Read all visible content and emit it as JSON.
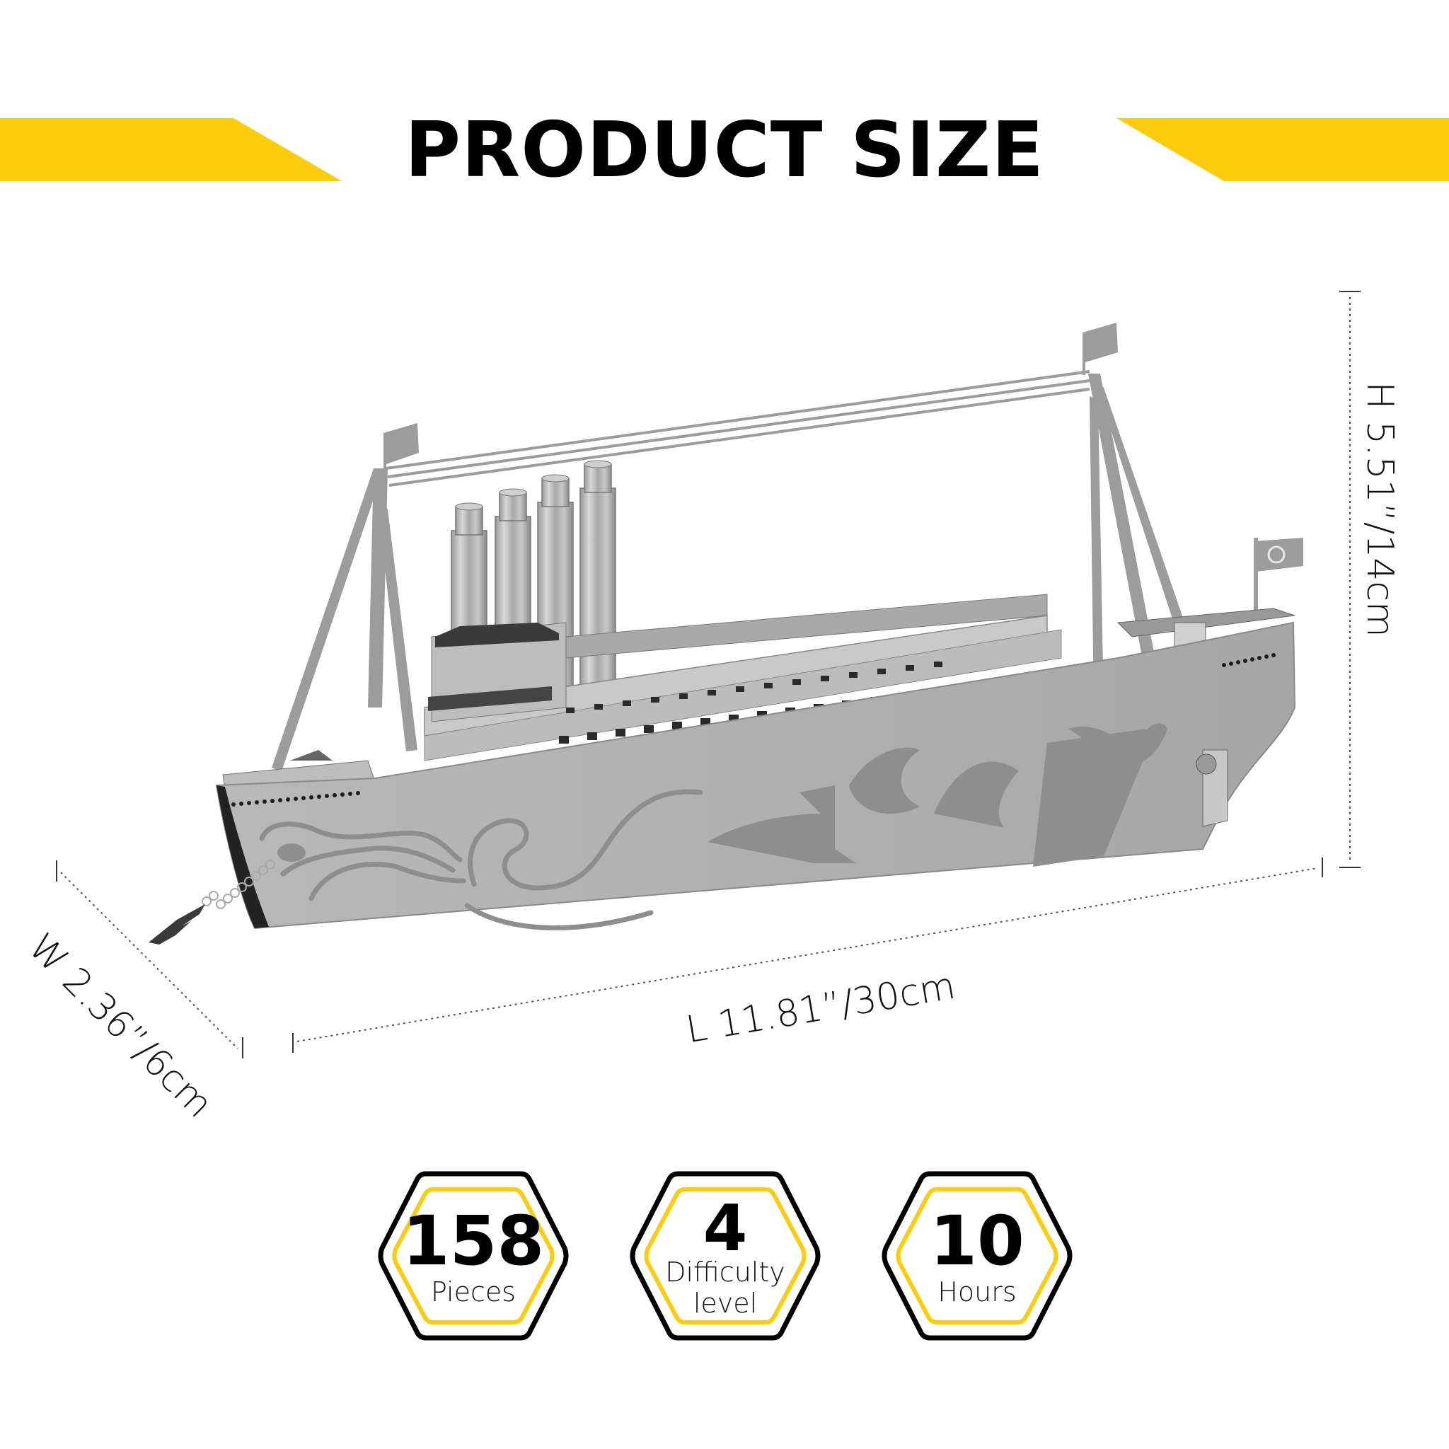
{
  "header": {
    "title": "PRODUCT SIZE",
    "accent_color": "#FDCC0A"
  },
  "product": {
    "name": "3D metal model ship (ocean liner with four funnels)",
    "image_semantic": "silver-metal-ship-model"
  },
  "dimensions": {
    "height": "H 5.51”/14cm",
    "length": "L 11.81”/30cm",
    "width": "W 2.36”/6cm"
  },
  "badges": [
    {
      "value": "158",
      "label_line1": "Pieces",
      "label_line2": ""
    },
    {
      "value": "4",
      "label_line1": "Difficulty",
      "label_line2": "level"
    },
    {
      "value": "10",
      "label_line1": "Hours",
      "label_line2": ""
    }
  ],
  "colors": {
    "yellow": "#FDCC0A",
    "black": "#000000",
    "hull": "#B2B2B2",
    "hull_decor": "#8E8E8E",
    "dark_metal": "#3A3A3A"
  }
}
